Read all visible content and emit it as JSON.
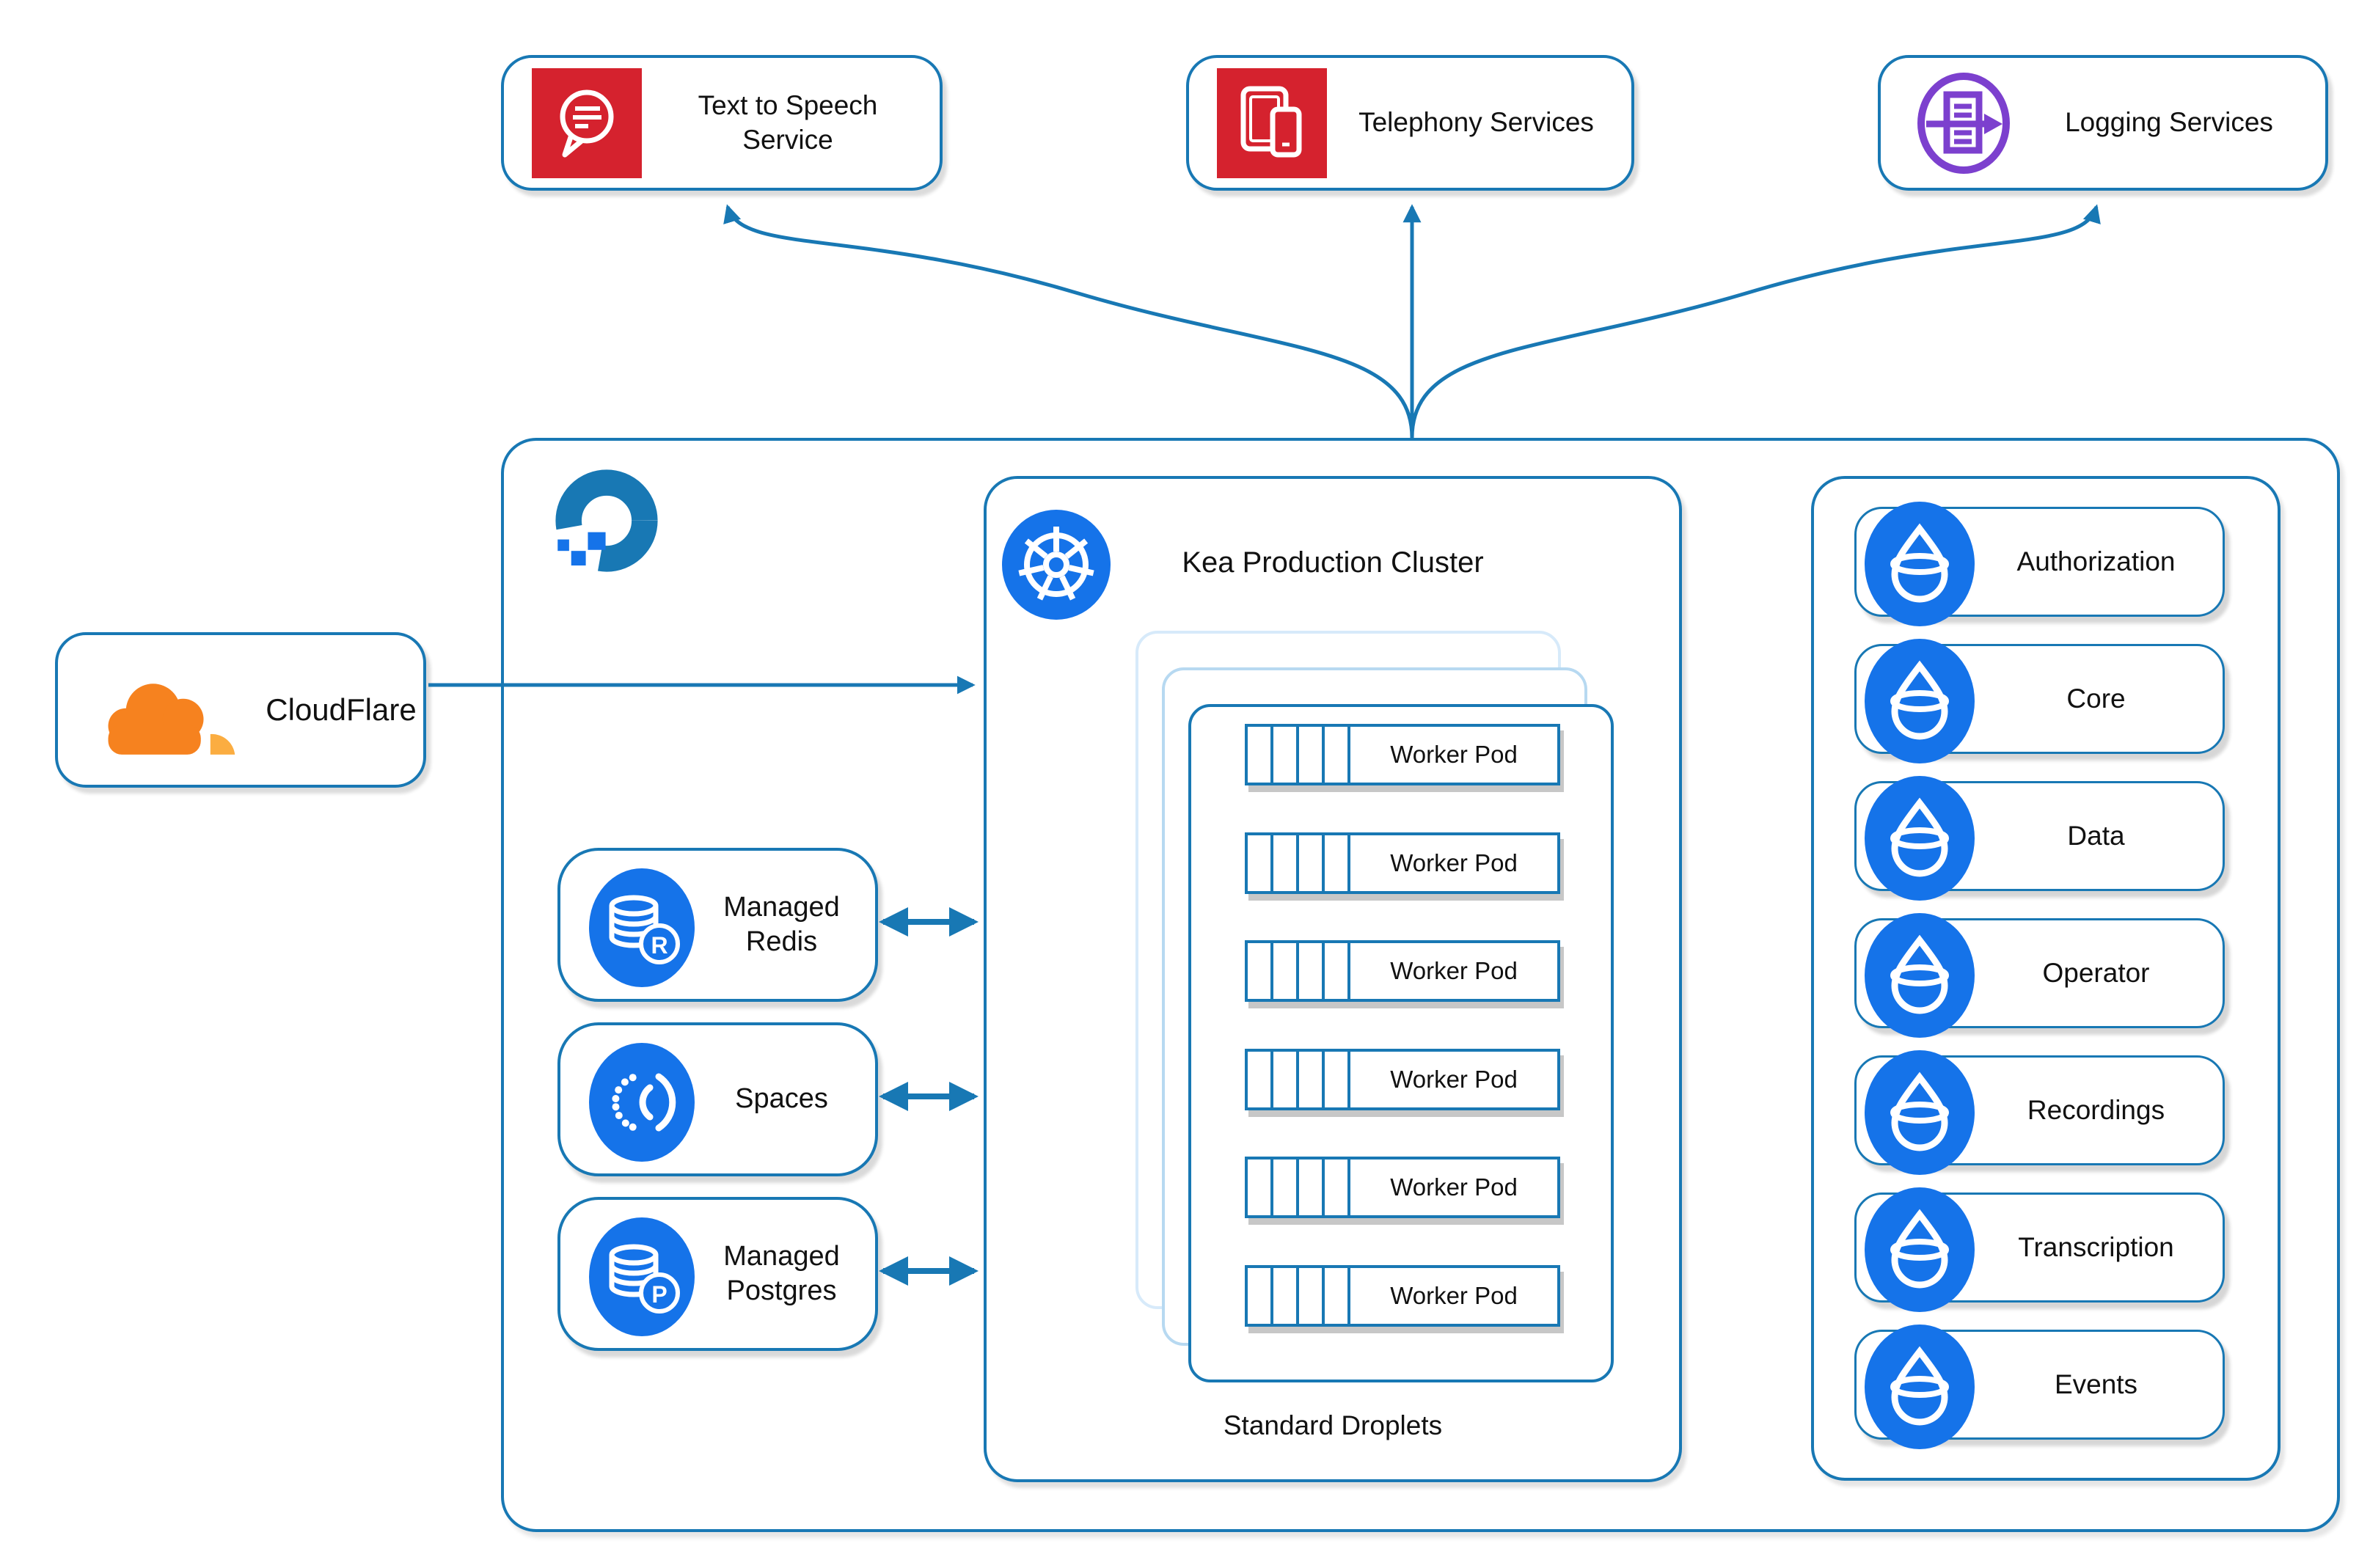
{
  "colors": {
    "line": "#1878b4",
    "icon-blue": "#1573e9",
    "red": "#d5222e",
    "purple": "#7c40ce",
    "cf-orange": "#f6821f",
    "cf-light": "#fbad41",
    "card-mid": "#b7d9f1",
    "card-back": "#d7eafa",
    "text": "#111111"
  },
  "top_services": [
    {
      "label": "Text to Speech Service",
      "icon": "speech-bubble-icon"
    },
    {
      "label": "Telephony Services",
      "icon": "phone-tablet-icon"
    },
    {
      "label": "Logging Services",
      "icon": "log-stream-icon"
    }
  ],
  "external": {
    "cloudflare_label": "CloudFlare"
  },
  "platform": {
    "provider_icon": "digitalocean-logo",
    "cluster": {
      "title": "Kea Production Cluster",
      "footer": "Standard Droplets",
      "icon": "kubernetes-wheel-icon",
      "pods": [
        "Worker Pod",
        "Worker Pod",
        "Worker Pod",
        "Worker Pod",
        "Worker Pod",
        "Worker Pod"
      ]
    },
    "managed_services": [
      {
        "label": "Managed Redis",
        "badge": "R",
        "icon": "database-icon"
      },
      {
        "label": "Spaces",
        "icon": "spaces-icon"
      },
      {
        "label": "Managed Postgres",
        "badge": "P",
        "icon": "database-icon"
      }
    ],
    "droplet_services": [
      {
        "label": "Authorization"
      },
      {
        "label": "Core"
      },
      {
        "label": "Data"
      },
      {
        "label": "Operator"
      },
      {
        "label": "Recordings"
      },
      {
        "label": "Transcription"
      },
      {
        "label": "Events"
      }
    ]
  }
}
